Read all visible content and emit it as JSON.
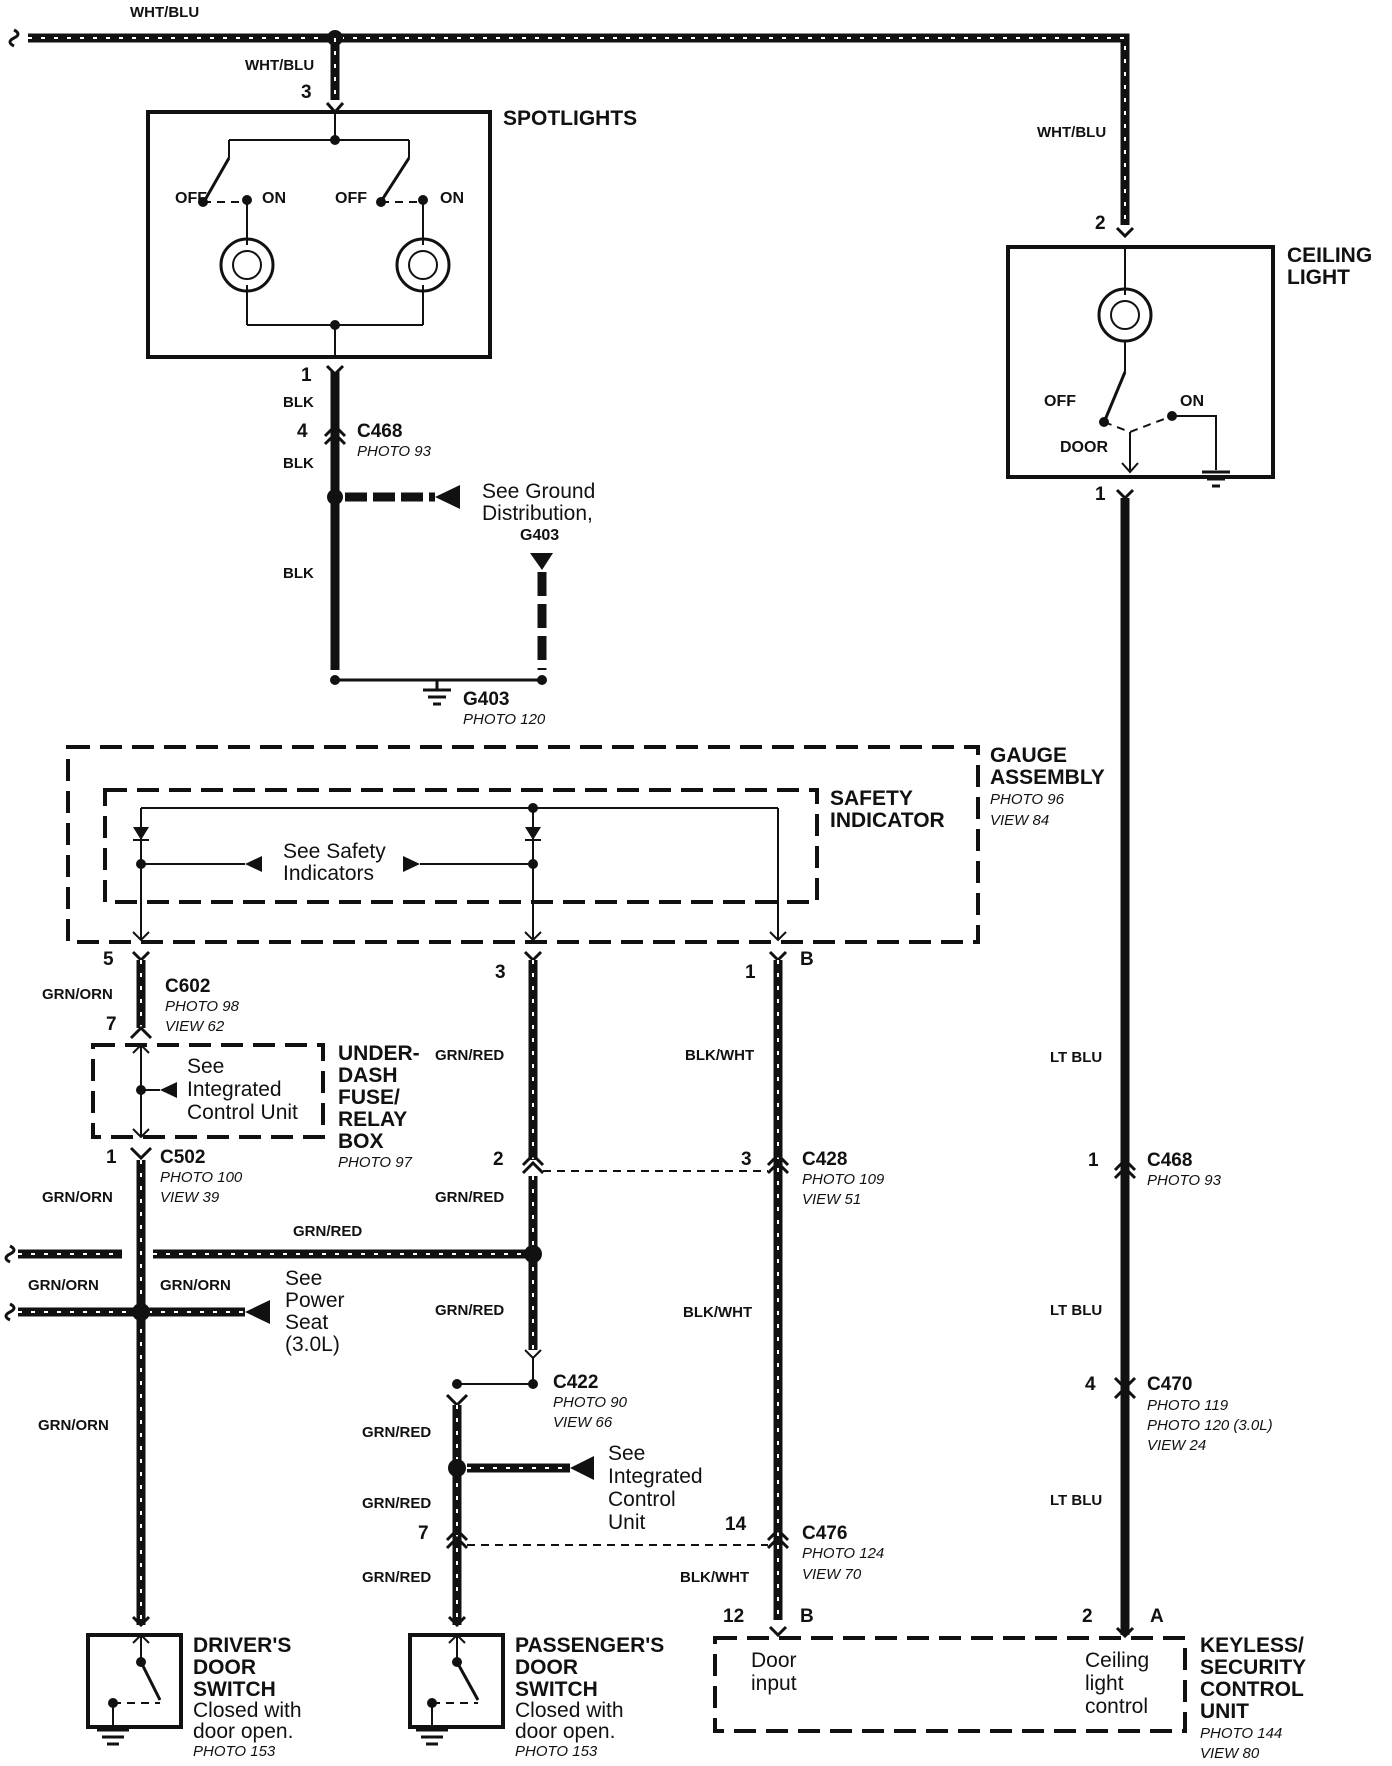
{
  "wires": {
    "top_wht_blu": "WHT/BLU",
    "spot_wht_blu": "WHT/BLU",
    "ceil_wht_blu": "WHT/BLU",
    "blk_1": "BLK",
    "blk_2": "BLK",
    "blk_3": "BLK",
    "grn_orn_1": "GRN/ORN",
    "grn_orn_2": "GRN/ORN",
    "grn_orn_3": "GRN/ORN",
    "grn_orn_4": "GRN/ORN",
    "grn_orn_5": "GRN/ORN",
    "grn_red_1": "GRN/RED",
    "grn_red_2": "GRN/RED",
    "grn_red_3": "GRN/RED",
    "grn_red_4": "GRN/RED",
    "grn_red_5": "GRN/RED",
    "grn_red_6": "GRN/RED",
    "grn_red_7": "GRN/RED",
    "blk_wht_1": "BLK/WHT",
    "blk_wht_2": "BLK/WHT",
    "blk_wht_3": "BLK/WHT",
    "lt_blu_1": "LT BLU",
    "lt_blu_2": "LT BLU",
    "lt_blu_3": "LT BLU"
  },
  "components": {
    "spotlights": "SPOTLIGHTS",
    "ceiling_light": [
      "CEILING",
      "LIGHT"
    ],
    "gauge_assembly": [
      "GAUGE",
      "ASSEMBLY",
      "PHOTO 96",
      "VIEW 84"
    ],
    "safety_indicator": [
      "SAFETY",
      "INDICATOR"
    ],
    "underdash": [
      "UNDER-",
      "DASH",
      "FUSE/",
      "RELAY",
      "BOX",
      "PHOTO 97"
    ],
    "drivers_switch": [
      "DRIVER'S",
      "DOOR",
      "SWITCH",
      "Closed with",
      "door open.",
      "PHOTO 153"
    ],
    "passengers_switch": [
      "PASSENGER'S",
      "DOOR",
      "SWITCH",
      "Closed with",
      "door open.",
      "PHOTO 153"
    ],
    "keyless": [
      "KEYLESS/",
      "SECURITY",
      "CONTROL",
      "UNIT",
      "PHOTO 144",
      "VIEW 80"
    ],
    "door_input": [
      "Door",
      "input"
    ],
    "ceiling_control": [
      "Ceiling",
      "light",
      "control"
    ]
  },
  "switch_labels": {
    "off_1": "OFF",
    "on_1": "ON",
    "off_2": "OFF",
    "on_2": "ON",
    "ceil_off": "OFF",
    "ceil_on": "ON",
    "ceil_door": "DOOR"
  },
  "connectors": {
    "c468_top": [
      "C468",
      "PHOTO 93"
    ],
    "g403": [
      "G403",
      "PHOTO 120"
    ],
    "c602": [
      "C602",
      "PHOTO 98",
      "VIEW 62"
    ],
    "c502": [
      "C502",
      "PHOTO 100",
      "VIEW 39"
    ],
    "c428": [
      "C428",
      "PHOTO 109",
      "VIEW 51"
    ],
    "c468_right": [
      "C468",
      "PHOTO 93"
    ],
    "c422": [
      "C422",
      "PHOTO 90",
      "VIEW 66"
    ],
    "c470": [
      "C470",
      "PHOTO 119",
      "PHOTO 120 (3.0L)",
      "VIEW 24"
    ],
    "c476": [
      "C476",
      "PHOTO 124",
      "VIEW 70"
    ]
  },
  "pins": {
    "spot_3": "3",
    "spot_1": "1",
    "c468_4": "4",
    "ceil_2": "2",
    "ceil_1": "1",
    "g_5": "5",
    "g_3": "3",
    "g_1": "1",
    "g_B": "B",
    "c602_7": "7",
    "c502_1": "1",
    "c428_2": "2",
    "c428_3": "3",
    "c468_1": "1",
    "c470_4": "4",
    "c476_7": "7",
    "c476_14": "14",
    "k_12": "12",
    "k_B": "B",
    "k_2": "2",
    "k_A": "A"
  },
  "notes": {
    "ground_dist": [
      "See Ground",
      "Distribution,",
      "G403"
    ],
    "safety": [
      "See Safety",
      "Indicators"
    ],
    "icu_1": [
      "See",
      "Integrated",
      "Control Unit"
    ],
    "power_seat": [
      "See",
      "Power",
      "Seat",
      "(3.0L)"
    ],
    "icu_2": [
      "See",
      "Integrated",
      "Control",
      "Unit"
    ]
  }
}
